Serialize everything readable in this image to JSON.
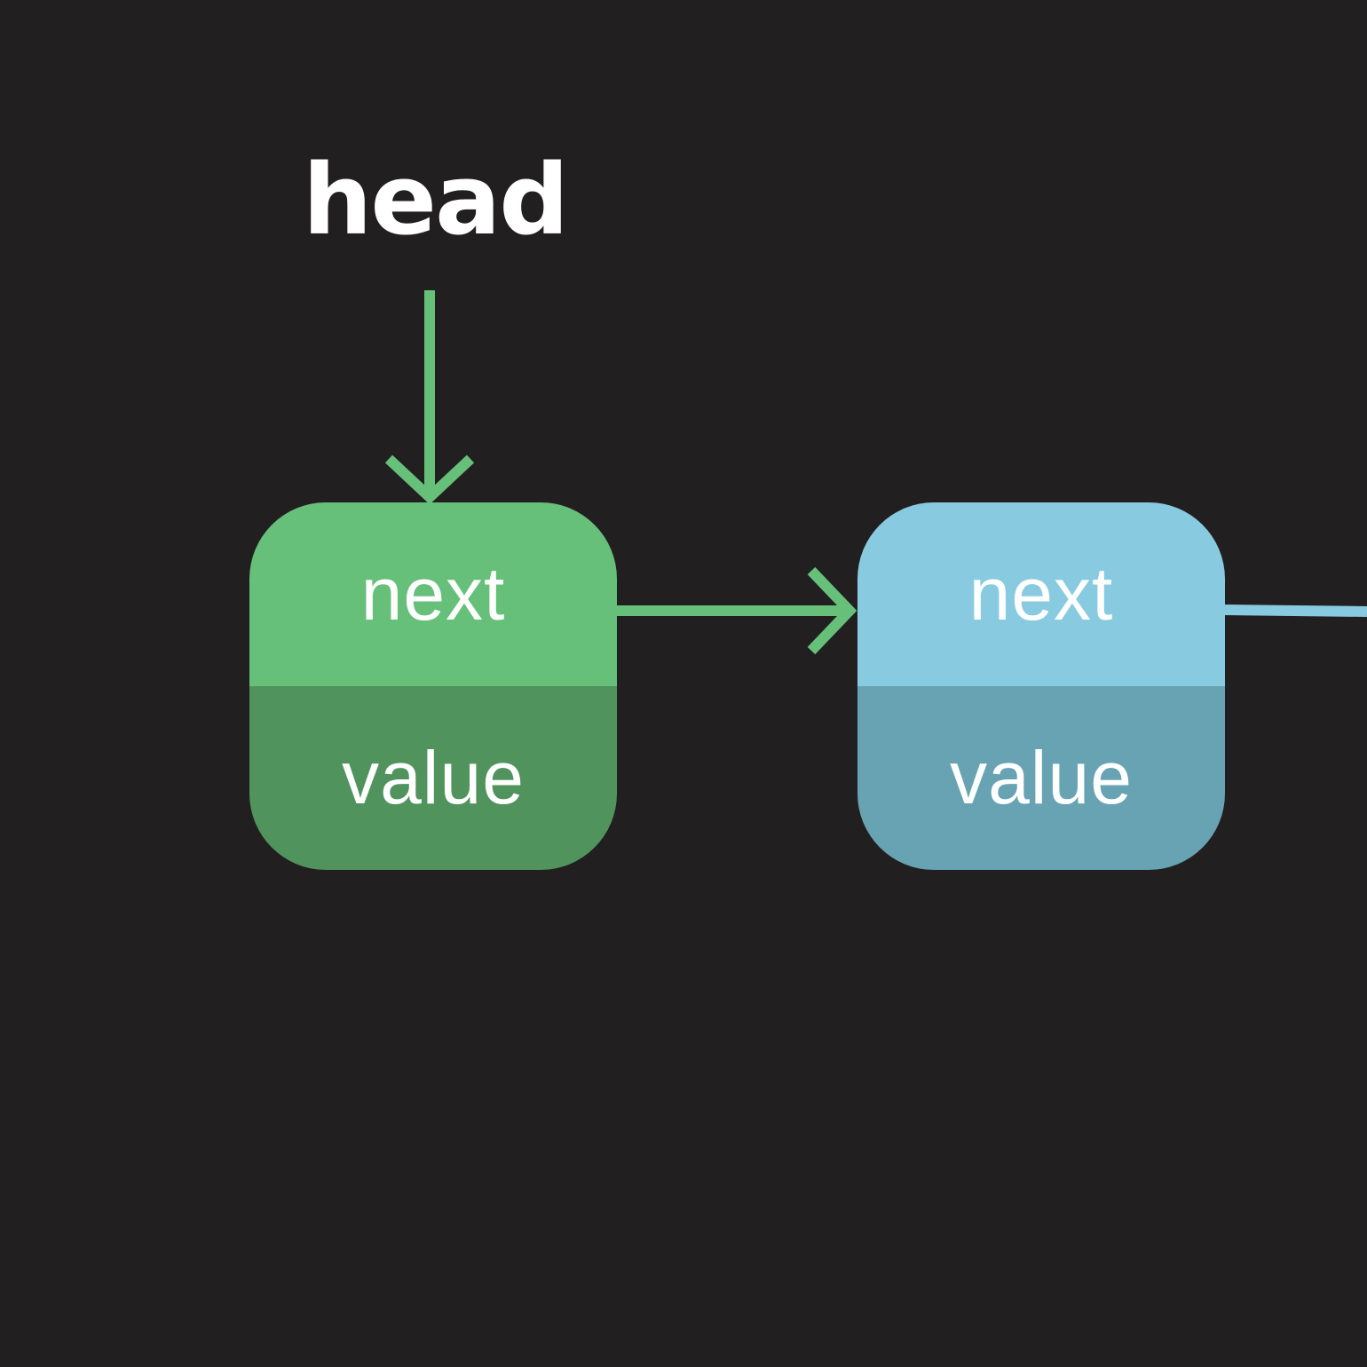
{
  "diagram": {
    "head_label": "head",
    "nodes": [
      {
        "next_label": "next",
        "value_label": "value",
        "top_color": "#66c07a",
        "bottom_color": "#51935d"
      },
      {
        "next_label": "next",
        "value_label": "value",
        "top_color": "#88cbe0",
        "bottom_color": "#67a3b2"
      }
    ],
    "colors": {
      "background": "#221f20",
      "green_arrow": "#66c07a",
      "blue_arrow": "#88cbe0",
      "text": "#ffffff"
    }
  }
}
